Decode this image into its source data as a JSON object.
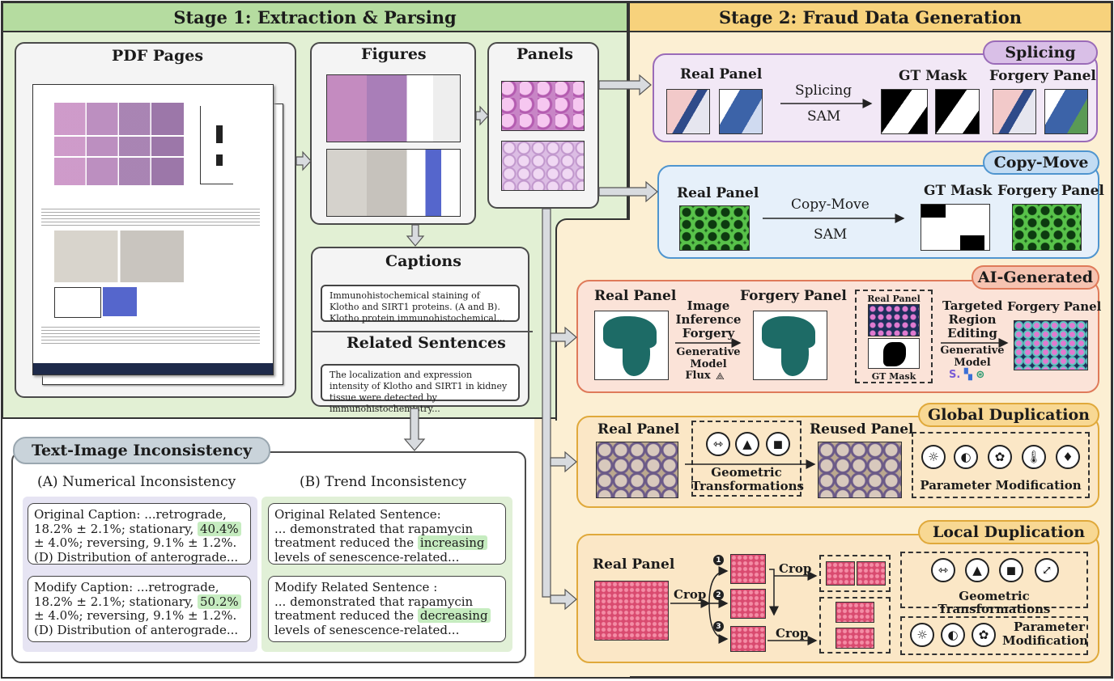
{
  "stage1": {
    "title": "Stage 1: Extraction & Parsing",
    "pdf_pages": {
      "label": "PDF Pages"
    },
    "figures": {
      "label": "Figures"
    },
    "panels": {
      "label": "Panels"
    },
    "captions": {
      "label": "Captions",
      "text": "Immunohistochemical staining of Klotho and SIRT1 proteins. (A and B). Klotho protein immunohistochemical..."
    },
    "related": {
      "label": "Related Sentences",
      "text": "The localization and expression intensity of Klotho and SIRT1 in kidney tissue were detected by immunohistochemistry..."
    }
  },
  "stage2": {
    "title": "Stage 2: Fraud Data Generation",
    "splicing": {
      "tag": "Splicing",
      "real_panel": "Real Panel",
      "method": "Splicing",
      "tool": "SAM",
      "gt_mask": "GT Mask",
      "forgery_panel": "Forgery Panel"
    },
    "copy_move": {
      "tag": "Copy-Move",
      "real_panel": "Real Panel",
      "method": "Copy-Move",
      "tool": "SAM",
      "gt_mask": "GT Mask",
      "forgery_panel": "Forgery Panel"
    },
    "ai_generated": {
      "tag": "AI-Generated",
      "real_panel": "Real Panel",
      "method_line1": "Image",
      "method_line2": "Inference",
      "method_line3": "Forgery",
      "gen_line1": "Generative",
      "gen_line2": "Model",
      "gen_line3": "Flux",
      "forgery_panel": "Forgery Panel",
      "inner_real": "Real Panel",
      "inner_mask": "GT Mask",
      "edit_line1": "Targeted",
      "edit_line2": "Region",
      "edit_line3": "Editing",
      "gen2_line1": "Generative",
      "gen2_line2": "Model",
      "forgery_panel2": "Forgery Panel"
    },
    "global_dup": {
      "tag": "Global Duplication",
      "real_panel": "Real Panel",
      "reused_panel": "Reused Panel",
      "geo_line1": "Geometric",
      "geo_line2": "Transformations",
      "param": "Parameter Modification"
    },
    "local_dup": {
      "tag": "Local Duplication",
      "real_panel": "Real Panel",
      "crop1": "Crop",
      "crop2": "Crop",
      "crop3": "Crop",
      "n1": "1",
      "n2": "2",
      "n3": "3",
      "geo": "Geometric Transformations",
      "param_line1": "Parameter",
      "param_line2": "Modification"
    }
  },
  "text_image": {
    "tag": "Text-Image Inconsistency",
    "numerical": {
      "title": "(A) Numerical Inconsistency",
      "orig_a": "Original Caption: ...retrograde,",
      "orig_b": "18.2% ± 2.1%; stationary,",
      "orig_hl": "40.4%",
      "orig_c": "± 4.0%; reversing, 9.1% ± 1.2%.",
      "orig_d": "(D) Distribution of anterograde...",
      "mod_a": "Modify Caption: ...retrograde,",
      "mod_b": "18.2% ± 2.1%; stationary,",
      "mod_hl": "50.2%",
      "mod_c": "± 4.0%; reversing, 9.1% ± 1.2%.",
      "mod_d": "(D) Distribution of anterograde..."
    },
    "trend": {
      "title": "(B) Trend Inconsistency",
      "orig_a": "Original Related Sentence:",
      "orig_b": "... demonstrated that rapamycin",
      "orig_c": "treatment reduced the",
      "orig_hl": "increasing",
      "orig_d": "levels of senescence-related...",
      "mod_a": "Modify Related Sentence :",
      "mod_b": "... demonstrated that rapamycin",
      "mod_c": "treatment reduced the",
      "mod_hl": "decreasing",
      "mod_d": "levels of senescence-related..."
    }
  },
  "colors": {
    "stage1_bg": "#e2f0d4",
    "stage1_header": "#b5dca0",
    "stage2_bg": "#fcefd3",
    "stage2_header": "#f7d27c",
    "splicing": "#9a6bb8",
    "copy_move": "#4f95cf",
    "ai_generated": "#df7a5a",
    "global_dup": "#e0a93b",
    "local_dup": "#e0a93b"
  }
}
